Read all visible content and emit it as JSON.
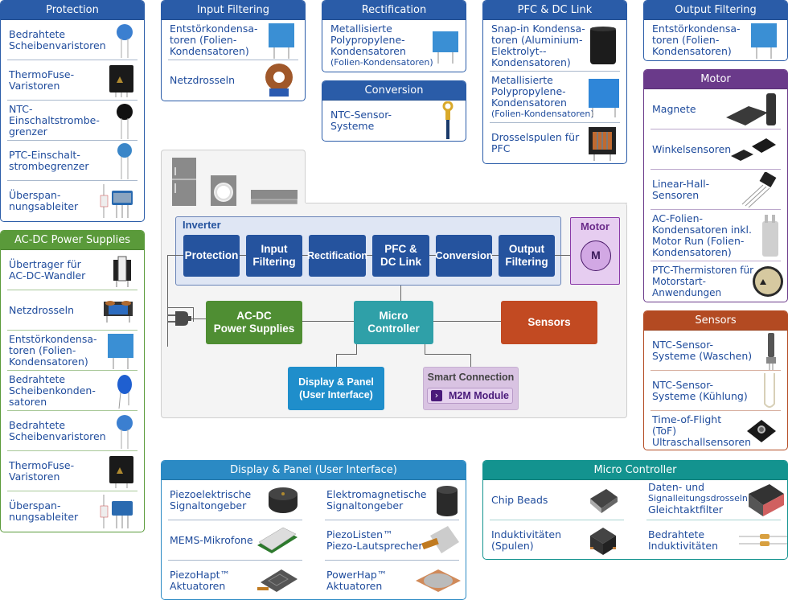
{
  "panels": {
    "protection": {
      "title": "Protection",
      "items": [
        {
          "label": "Bedrahtete\nScheibenvaristoren",
          "icon": "disc-varistor-icon"
        },
        {
          "label": "ThermoFuse-\nVaristoren",
          "icon": "thermofuse-varistor-icon"
        },
        {
          "label": "NTC-\nEinschaltstrombe-\ngrenzer",
          "icon": "ntc-limiter-icon"
        },
        {
          "label": "PTC-Einschalt-\nstrombegrenzer",
          "icon": "ptc-limiter-icon"
        },
        {
          "label": "Überspan-\nnungsableiter",
          "icon": "surge-arrester-icon"
        }
      ]
    },
    "acdc": {
      "title": "AC-DC Power Supplies",
      "items": [
        {
          "label": "Übertrager für\nAC-DC-Wandler",
          "icon": "transformer-icon"
        },
        {
          "label": "Netzdrosseln",
          "icon": "line-choke-icon"
        },
        {
          "label": "Entstörkondensa-\ntoren (Folien-\nKondensatoren)",
          "icon": "film-capacitor-icon"
        },
        {
          "label": "Bedrahtete\nScheibenkonden-\nsatoren",
          "icon": "disc-capacitor-icon"
        },
        {
          "label": "Bedrahtete\nScheibenvaristoren",
          "icon": "disc-varistor-icon"
        },
        {
          "label": "ThermoFuse-\nVaristoren",
          "icon": "thermofuse-varistor-icon"
        },
        {
          "label": "Überspan-\nnungsableiter",
          "icon": "surge-arrester-icon"
        }
      ]
    },
    "input": {
      "title": "Input Filtering",
      "items": [
        {
          "label": "Entstörkondensa-\ntoren (Folien-\nKondensatoren)",
          "icon": "film-capacitor-icon"
        },
        {
          "label": "Netzdrosseln",
          "icon": "toroid-choke-icon"
        }
      ]
    },
    "rect": {
      "title": "Rectification",
      "items": [
        {
          "label": "Metallisierte\nPolypropylene-\nKondensatoren",
          "sub": "(Folien-Kondensatoren)",
          "icon": "film-capacitor-icon"
        }
      ]
    },
    "conv": {
      "title": "Conversion",
      "items": [
        {
          "label": "NTC-Sensor-\nSysteme",
          "icon": "ntc-sensor-ring-icon"
        }
      ]
    },
    "pfc": {
      "title": "PFC & DC Link",
      "items": [
        {
          "label": "Snap-in Kondensa-\ntoren (Aluminium-\nElektrolyt--\nKondensatoren)",
          "icon": "snap-in-capacitor-icon"
        },
        {
          "label": "Metallisierte\nPolypropylene-\nKondensatoren",
          "sub": "(Folien-Kondensatoren)",
          "icon": "film-capacitor-icon"
        },
        {
          "label": "Drosselspulen für\nPFC",
          "icon": "pfc-choke-icon"
        }
      ]
    },
    "output": {
      "title": "Output Filtering",
      "items": [
        {
          "label": "Entstörkondensa-\ntoren (Folien-\nKondensatoren)",
          "icon": "film-capacitor-icon"
        }
      ]
    },
    "motor": {
      "title": "Motor",
      "items": [
        {
          "label": "Magnete",
          "icon": "magnet-icon"
        },
        {
          "label": "Winkelsensoren",
          "icon": "angle-sensor-icon"
        },
        {
          "label": "Linear-Hall-\nSensoren",
          "icon": "hall-sensor-icon"
        },
        {
          "label": "AC-Folien-\nKondensatoren inkl.\nMotor Run (Folien-\nKondensatoren)",
          "icon": "motor-run-capacitor-icon"
        },
        {
          "label": "PTC-Thermistoren für\nMotorstart-\nAnwendungen",
          "icon": "ptc-thermistor-icon"
        }
      ]
    },
    "sensors": {
      "title": "Sensors",
      "items": [
        {
          "label": "NTC-Sensor-\nSysteme (Waschen)",
          "icon": "ntc-probe-icon"
        },
        {
          "label": "NTC-Sensor-\nSysteme (Kühlung)",
          "icon": "ntc-wire-icon"
        },
        {
          "label": "Time-of-Flight\n (ToF)\nUltraschallsensoren",
          "icon": "tof-sensor-icon"
        }
      ]
    },
    "display": {
      "title": "Display & Panel (User Interface)",
      "items": [
        {
          "label": "Piezoelektrische\nSignaltongeber",
          "icon": "piezo-buzzer-icon"
        },
        {
          "label": "Elektromagnetische\nSignaltongeber",
          "icon": "em-buzzer-icon"
        },
        {
          "label": "MEMS-Mikrofone",
          "icon": "mems-mic-icon"
        },
        {
          "label": "PiezoListen™\nPiezo-Lautsprecher",
          "icon": "piezo-speaker-icon"
        },
        {
          "label": "PiezoHapt™\nAktuatoren",
          "icon": "piezohapt-icon"
        },
        {
          "label": "PowerHap™\nAktuatoren",
          "icon": "powerhap-icon"
        }
      ]
    },
    "micro": {
      "title": "Micro Controller",
      "items": [
        {
          "label": "Chip Beads",
          "icon": "chip-bead-icon"
        },
        {
          "label": "Daten- und",
          "sub": "Signalleitungsdrosseln /",
          "label2": "Gleichtaktfilter",
          "icon": "common-mode-filter-icon"
        },
        {
          "label": "Induktivitäten\n(Spulen)",
          "icon": "inductor-icon"
        },
        {
          "label": "Bedrahtete\nInduktivitäten",
          "icon": "leaded-inductor-icon"
        }
      ]
    }
  },
  "diagram": {
    "inverter_label": "Inverter",
    "motor_label": "Motor",
    "motor_symbol": "M",
    "blocks": {
      "protection": "Protection",
      "input": "Input\nFiltering",
      "rect": "Rectification",
      "pfc": "PFC &\nDC Link",
      "conv": "Conversion",
      "output": "Output\nFiltering",
      "acdc": "AC-DC\nPower Supplies",
      "micro": "Micro Controller",
      "sensors": "Sensors",
      "display": "Display & Panel\n(User Interface)",
      "smart": "Smart Connection",
      "m2m": "M2M Module",
      "m2m_arrow": "›"
    }
  },
  "colors": {
    "blue": "#2a5ca8",
    "green": "#5a9a3a",
    "purple": "#6a3a8a",
    "rust": "#b34a22",
    "cyan": "#2b8ac4",
    "teal": "#13938f",
    "block_blue": "#25539e",
    "mc_teal": "#2fa0a8",
    "sens_rust": "#c24a22",
    "disp_cyan": "#1f8ecb"
  }
}
